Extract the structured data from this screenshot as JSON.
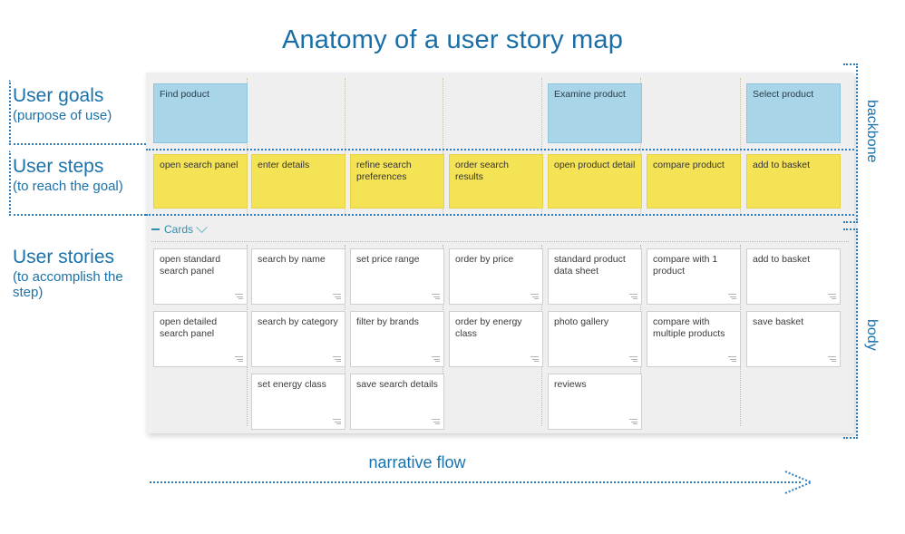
{
  "title": "Anatomy of a user story map",
  "colors": {
    "accent_blue": "#1a72ab",
    "goal_card": "#a8d5e8",
    "step_card": "#f5e356",
    "story_card": "#ffffff",
    "board_bg": "#efefef",
    "dotted_guide": "#2f7fbf"
  },
  "left_labels": [
    {
      "big": "User goals",
      "small": "(purpose of use)"
    },
    {
      "big": "User steps",
      "small": "(to reach the goal)"
    },
    {
      "big": "User stories",
      "small": "(to accomplish the step)"
    }
  ],
  "right_labels": {
    "backbone": "backbone",
    "body": "body"
  },
  "cards_header": {
    "label": "Cards",
    "minus_icon": "minus-icon",
    "chevron_icon": "chevron-down-icon"
  },
  "narrative": {
    "label": "narrative flow"
  },
  "board": {
    "columns": 7,
    "goals": [
      {
        "column": 1,
        "label": "Find poduct"
      },
      {
        "column": 5,
        "label": "Examine product"
      },
      {
        "column": 7,
        "label": "Select product"
      }
    ],
    "steps": [
      "open search panel",
      "enter details",
      "refine search preferences",
      "order search results",
      "open product detail",
      "compare product",
      "add to basket"
    ],
    "stories": [
      [
        "open standard search panel",
        "search by name",
        "set price range",
        "order by price",
        "standard product data sheet",
        "compare with 1 product",
        "add to basket"
      ],
      [
        "open detailed search panel",
        "search by category",
        "filter by brands",
        "order by energy class",
        "photo gallery",
        "compare with multiple products",
        "save basket"
      ],
      [
        "",
        "set energy class",
        "save search details",
        "",
        "reviews",
        "",
        ""
      ]
    ]
  }
}
